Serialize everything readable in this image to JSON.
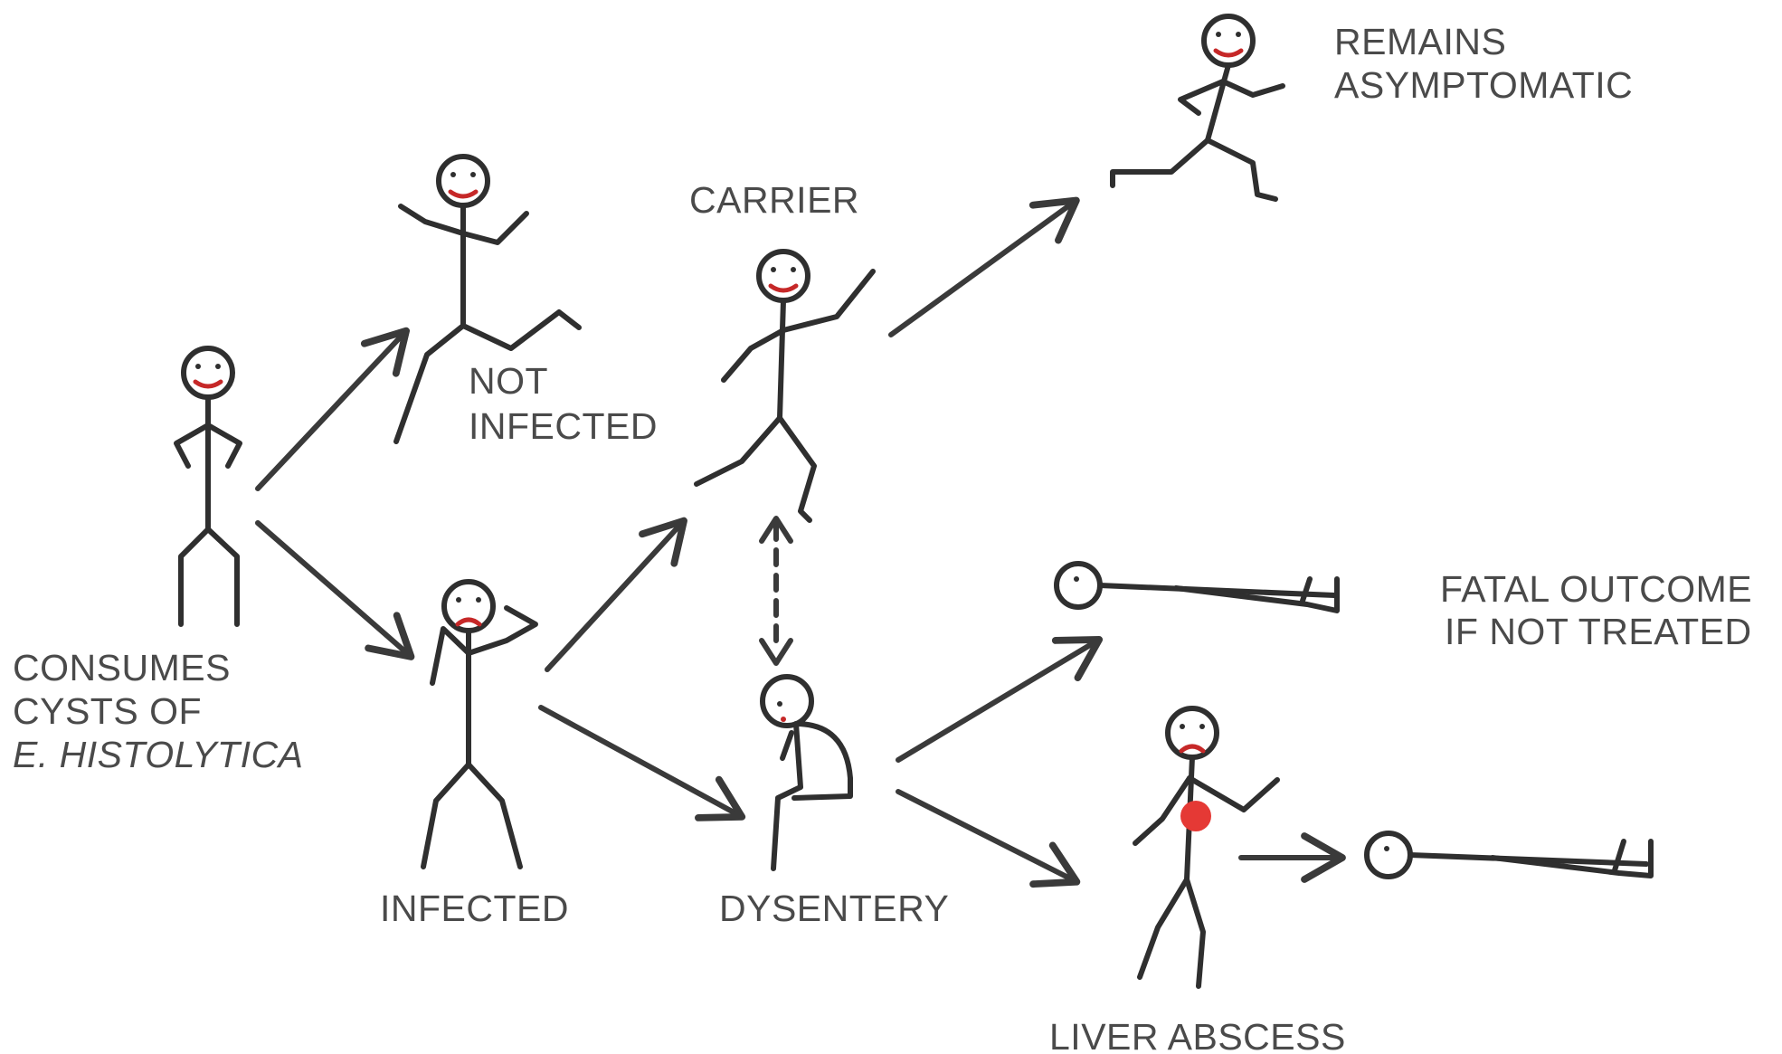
{
  "diagram": {
    "nodes": {
      "consumes": {
        "lines": [
          "CONSUMES",
          "CYSTS OF",
          "E. HISTOLYTICA"
        ]
      },
      "not_infected": {
        "lines": [
          "NOT",
          "INFECTED"
        ]
      },
      "infected": {
        "lines": [
          "INFECTED"
        ]
      },
      "carrier": {
        "lines": [
          "CARRIER"
        ]
      },
      "dysentery": {
        "lines": [
          "DYSENTERY"
        ]
      },
      "asymptomatic": {
        "lines": [
          "REMAINS",
          "ASYMPTOMATIC"
        ]
      },
      "fatal": {
        "lines": [
          "FATAL OUTCOME",
          "IF NOT TREATED"
        ]
      },
      "liver_abscess": {
        "lines": [
          "LIVER ABSCESS"
        ]
      }
    },
    "colors": {
      "figure": "#2f2f2f",
      "mouth": "#c62828",
      "abscess": "#e53935",
      "text": "#4a4a4a"
    }
  }
}
